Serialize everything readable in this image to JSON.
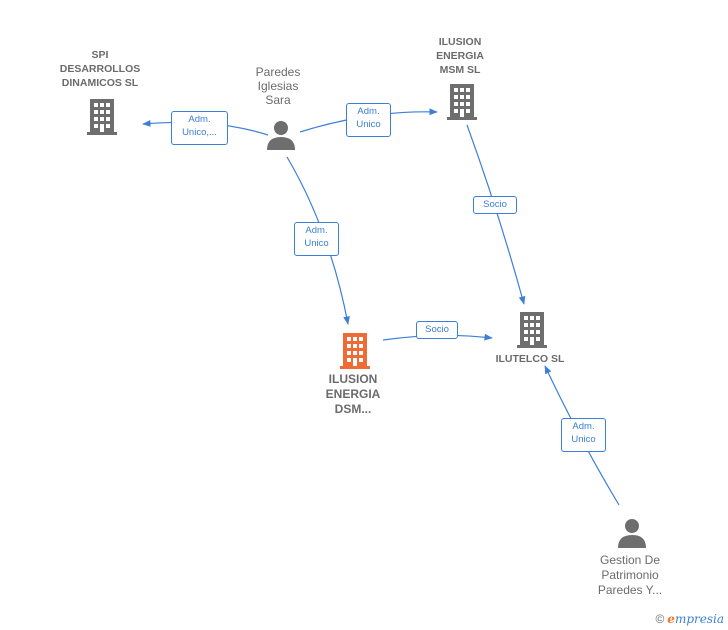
{
  "nodes": {
    "spi": {
      "lines": [
        "SPI",
        "DESARROLLOS",
        "DINAMICOS  SL"
      ]
    },
    "paredes": {
      "lines": [
        "Paredes",
        "Iglesias",
        "Sara"
      ]
    },
    "msm": {
      "lines": [
        "ILUSION",
        "ENERGIA",
        "MSM  SL"
      ]
    },
    "dsm": {
      "lines": [
        "ILUSION",
        "ENERGIA",
        "DSM..."
      ]
    },
    "ilutelco": {
      "lines": [
        "ILUTELCO  SL"
      ]
    },
    "gestion": {
      "lines": [
        "Gestion De",
        "Patrimonio",
        "Paredes Y..."
      ]
    }
  },
  "edges": {
    "e1": {
      "lines": [
        "Adm.",
        "Unico,..."
      ]
    },
    "e2": {
      "lines": [
        "Adm.",
        "Unico"
      ]
    },
    "e3": {
      "lines": [
        "Adm.",
        "Unico"
      ]
    },
    "e4": {
      "lines": [
        "Socio"
      ]
    },
    "e5": {
      "lines": [
        "Socio"
      ]
    },
    "e6": {
      "lines": [
        "Adm.",
        "Unico"
      ]
    }
  },
  "colors": {
    "edge": "#3b7fd8",
    "building": "#6e6e6e",
    "highlight": "#f06a35",
    "person": "#6e6e6e"
  },
  "icons": {
    "company": "building-icon",
    "person": "person-icon"
  },
  "footer": {
    "copyright": "©",
    "brand_e": "e",
    "brand_rest": "mpresia"
  }
}
